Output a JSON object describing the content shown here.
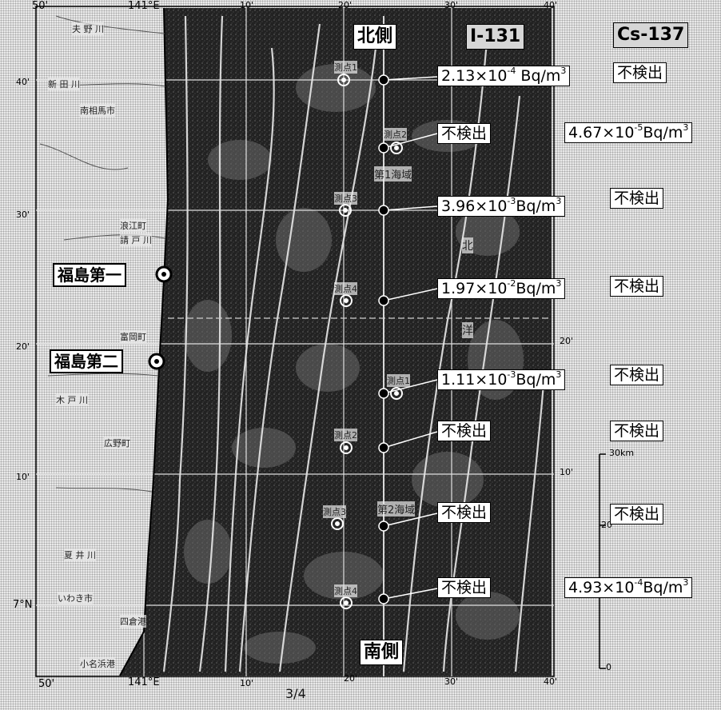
{
  "header": {
    "north_label": "北側",
    "south_label": "南側",
    "i131_label": "I-131",
    "cs137_label": "Cs-137"
  },
  "plants": {
    "daiichi": "福島第一",
    "daini": "福島第二"
  },
  "points": {
    "n1": "測点1",
    "n2": "測点2",
    "n3": "測点3",
    "n4": "測点4",
    "s1": "測点1",
    "s2": "測点2",
    "s3": "測点3",
    "s4": "測点4"
  },
  "areas": {
    "area1": "第1海域",
    "area2": "第2海域",
    "ocean_kita": "北",
    "ocean_you": "洋"
  },
  "i131": {
    "r1": {
      "mant": "2.13×10",
      "exp": "-4",
      "unit": " Bq/m",
      "pow": "3"
    },
    "r2": {
      "text": "不検出"
    },
    "r3": {
      "mant": "3.96×10",
      "exp": "-3",
      "unit": "Bq/m",
      "pow": "3"
    },
    "r4": {
      "mant": "1.97×10",
      "exp": "-2",
      "unit": "Bq/m",
      "pow": "3"
    },
    "r5": {
      "mant": "1.11×10",
      "exp": "-3",
      "unit": "Bq/m",
      "pow": "3"
    },
    "r6": {
      "text": "不検出"
    },
    "r7": {
      "text": "不検出"
    },
    "r8": {
      "text": "不検出"
    }
  },
  "cs137": {
    "r1": {
      "text": "不検出"
    },
    "r2": {
      "mant": "4.67×10",
      "exp": "-5",
      "unit": "Bq/m",
      "pow": "3"
    },
    "r3": {
      "text": "不検出"
    },
    "r4": {
      "text": "不検出"
    },
    "r5": {
      "text": "不検出"
    },
    "r6": {
      "text": "不検出"
    },
    "r7": {
      "text": "不検出"
    },
    "r8": {
      "mant": "4.93×10",
      "exp": "-4",
      "unit": "Bq/m",
      "pow": "3"
    }
  },
  "places": {
    "p1": "夫 野 川",
    "p2": "新 田 川",
    "p3": "南相馬市",
    "p4": "浪江町",
    "p5": "請 戸 川",
    "p6": "富岡町",
    "p7": "木 戸 川",
    "p8": "広野町",
    "p9": "夏 井 川",
    "p10": "いわき市",
    "p11": "四倉港",
    "p12": "小名浜港"
  },
  "ticks": {
    "top_50": "50'",
    "top_141": "141°E",
    "top_10": "10'",
    "top_20": "20'",
    "top_30": "30'",
    "top_40": "40'",
    "bot_50": "50'",
    "bot_141": "141°E",
    "bot_10": "10'",
    "bot_20": "20'",
    "bot_30": "30'",
    "bot_40": "40'",
    "lat_40": "40'",
    "lat_30": "30'",
    "lat_20": "20'",
    "lat_10": "10'",
    "lat_37n": "7°N",
    "rlat_20": "20'",
    "rlat_10": "10'",
    "scale_30": "30km",
    "scale_20": "20",
    "scale_0": "0"
  },
  "footer": {
    "page": "3/4"
  },
  "colors": {
    "sea_dark": "#1c1c1c",
    "land": "#e9e9e9",
    "label_bg": "#ffffff"
  }
}
